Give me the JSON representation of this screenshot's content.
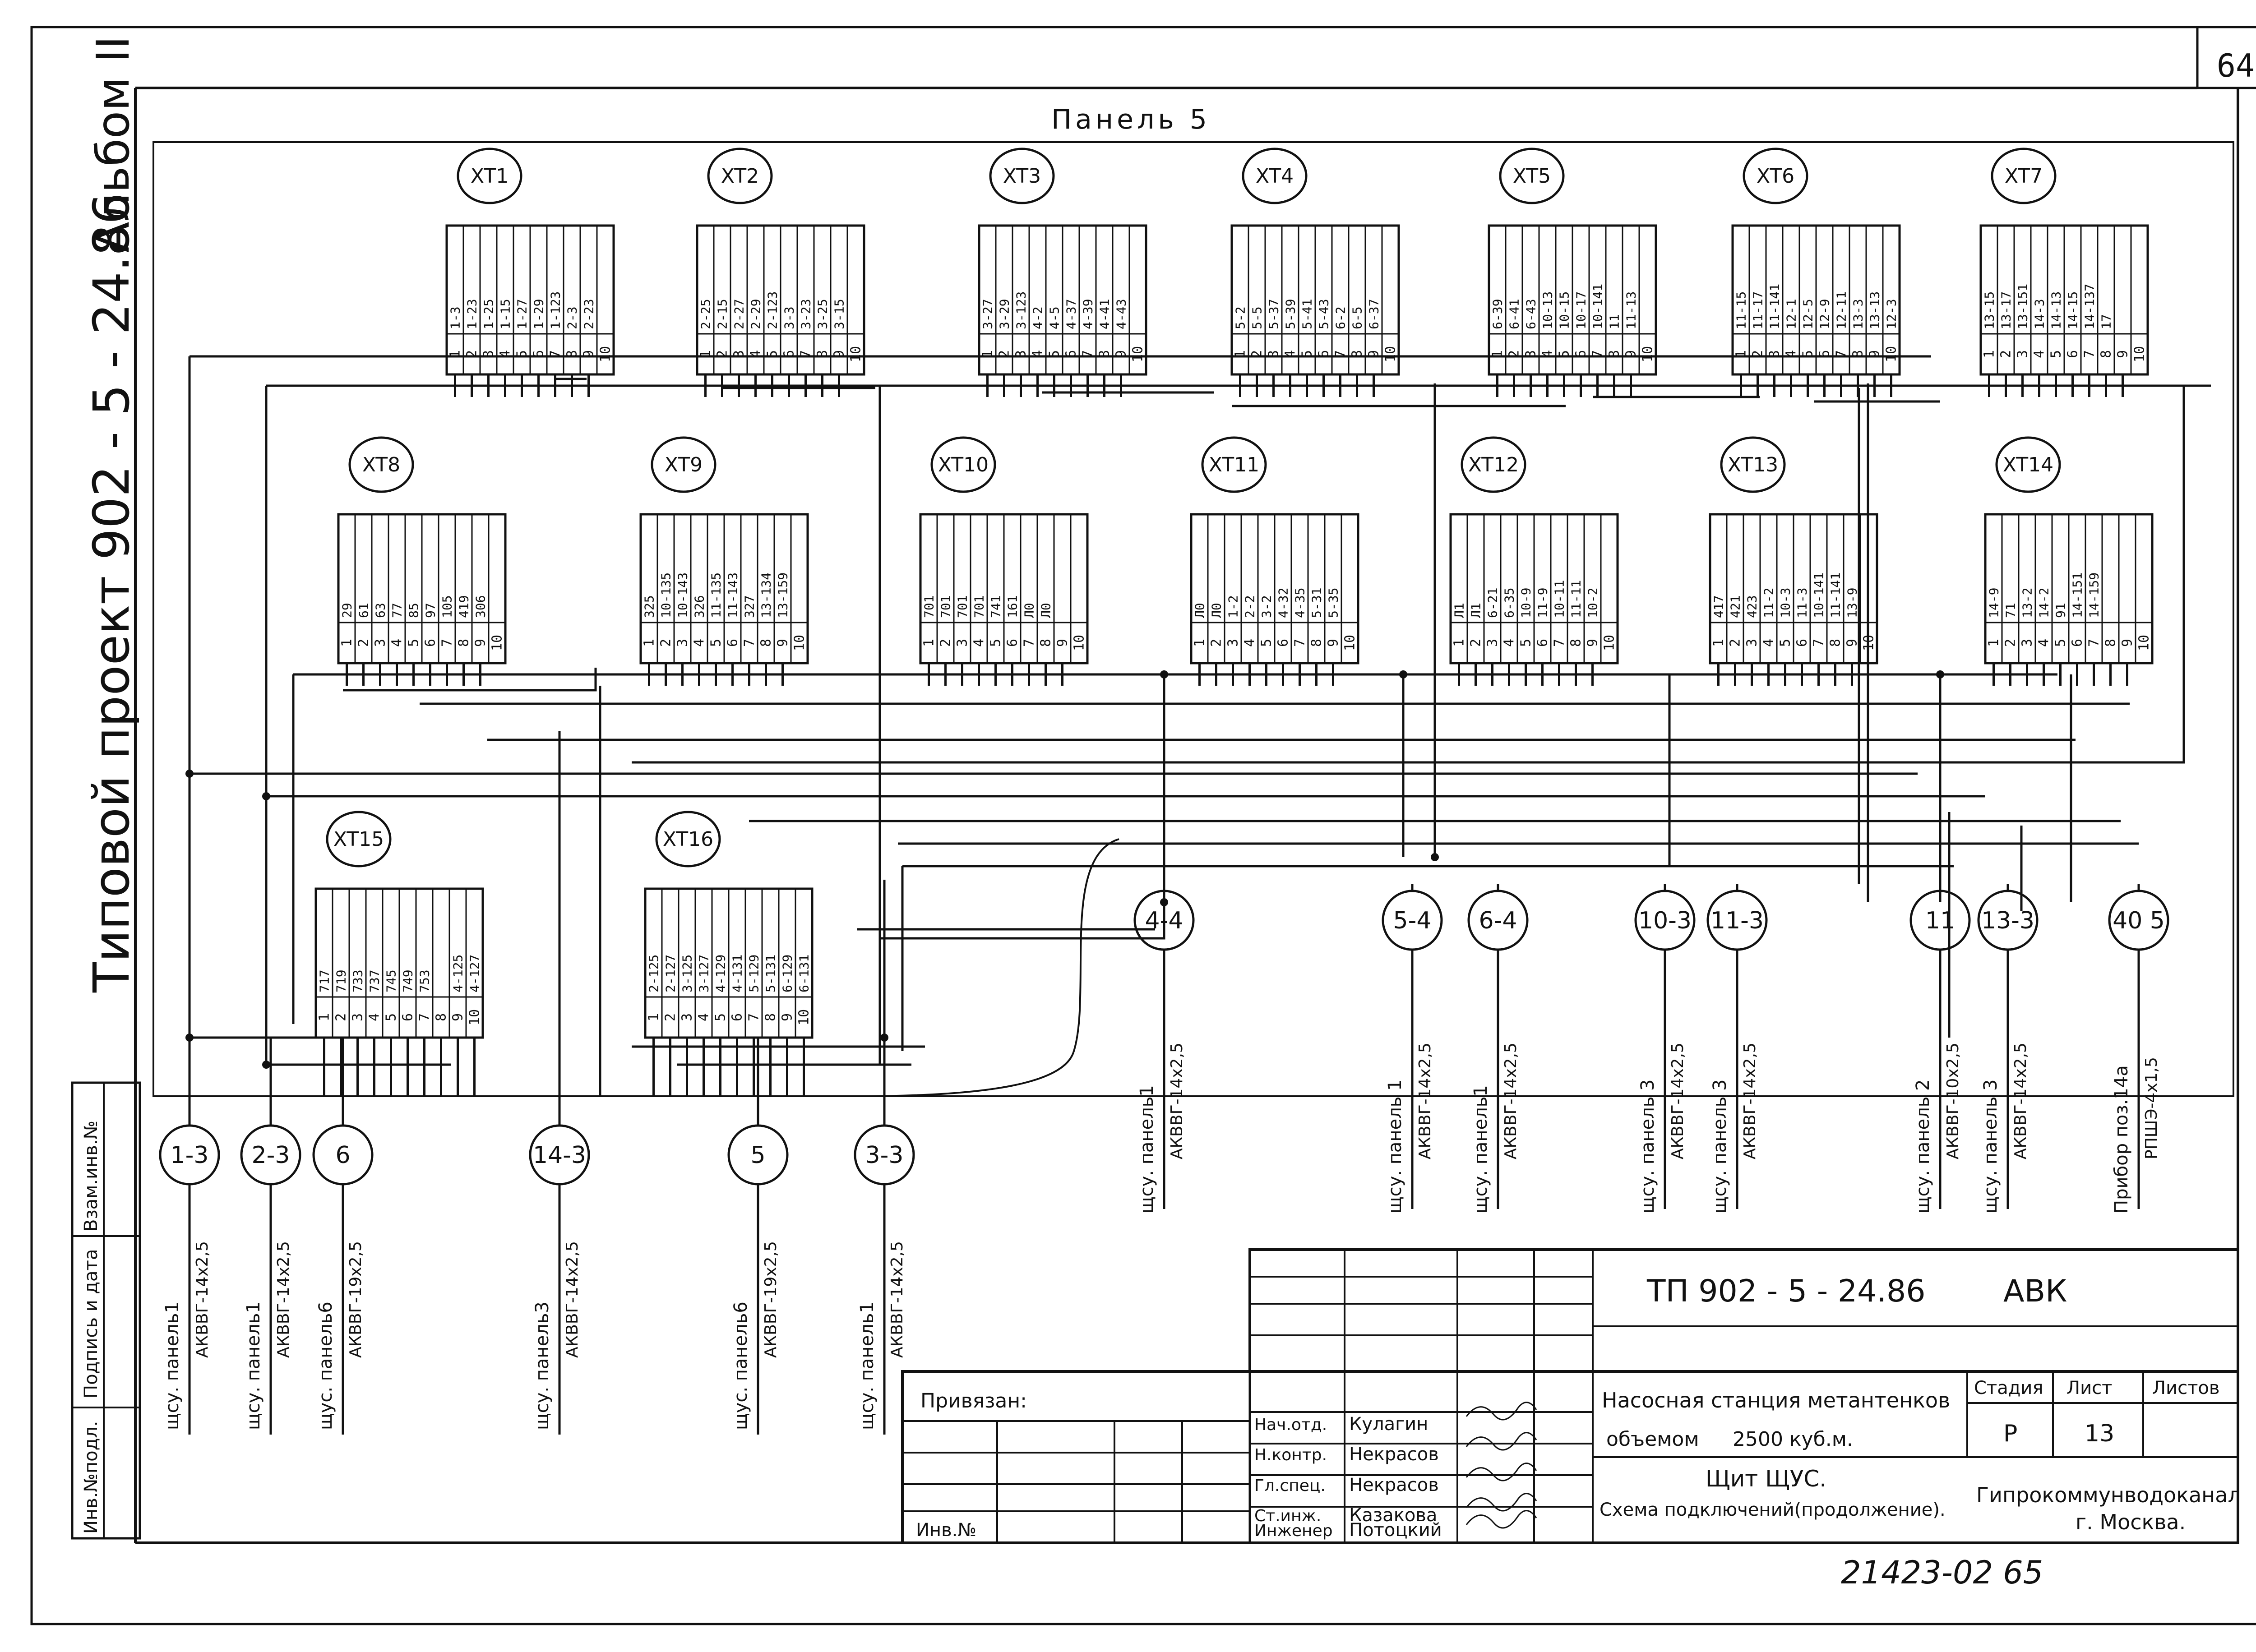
{
  "page_number": "64",
  "album": "Альбом II",
  "project": "Типовой проект 902 - 5 - 24.86",
  "panel_title": "Панель 5",
  "left_stamp": {
    "inv_no_orig": "Инв.№подл.",
    "sign_date": "Подпись и дата",
    "vzam_inv": "Взам.инв.№"
  },
  "terminal_blocks": [
    {
      "id": "XT1",
      "cells": [
        "1-3",
        "1-23",
        "1-25",
        "1-15",
        "1-27",
        "1-29",
        "1-123",
        "2-3",
        "2-23",
        ""
      ]
    },
    {
      "id": "XT2",
      "cells": [
        "2-25",
        "2-15",
        "2-27",
        "2-29",
        "2-123",
        "3-3",
        "3-23",
        "3-25",
        "3-15",
        ""
      ]
    },
    {
      "id": "XT3",
      "cells": [
        "3-27",
        "3-29",
        "3-123",
        "4-2",
        "4-5",
        "4-37",
        "4-39",
        "4-41",
        "4-43",
        ""
      ]
    },
    {
      "id": "XT4",
      "cells": [
        "5-2",
        "5-5",
        "5-37",
        "5-39",
        "5-41",
        "5-43",
        "6-2",
        "6-5",
        "6-37",
        ""
      ]
    },
    {
      "id": "XT5",
      "cells": [
        "6-39",
        "6-41",
        "6-43",
        "10-13",
        "10-15",
        "10-17",
        "10-141",
        "11",
        "11-13",
        ""
      ]
    },
    {
      "id": "XT6",
      "cells": [
        "11-15",
        "11-17",
        "11-141",
        "12-1",
        "12-5",
        "12-9",
        "12-11",
        "13-3",
        "13-13",
        "12-3"
      ]
    },
    {
      "id": "XT7",
      "cells": [
        "13-15",
        "13-17",
        "13-151",
        "14-3",
        "14-13",
        "14-15",
        "14-137",
        "17",
        "",
        ""
      ]
    },
    {
      "id": "XT8",
      "cells": [
        "29",
        "61",
        "63",
        "77",
        "85",
        "97",
        "105",
        "419",
        "306",
        ""
      ]
    },
    {
      "id": "XT9",
      "cells": [
        "325",
        "10-135",
        "10-143",
        "326",
        "11-135",
        "11-143",
        "327",
        "13-134",
        "13-159",
        ""
      ]
    },
    {
      "id": "XT10",
      "cells": [
        "701",
        "701",
        "701",
        "701",
        "741",
        "161",
        "Л0",
        "Л0",
        "",
        ""
      ]
    },
    {
      "id": "XT11",
      "cells": [
        "Л0",
        "Л0",
        "1-2",
        "2-2",
        "3-2",
        "4-32",
        "4-35",
        "5-31",
        "5-35",
        ""
      ]
    },
    {
      "id": "XT12",
      "cells": [
        "Л1",
        "Л1",
        "6-21",
        "6-35",
        "10-9",
        "11-9",
        "10-11",
        "11-11",
        "10-2",
        ""
      ]
    },
    {
      "id": "XT13",
      "cells": [
        "417",
        "421",
        "423",
        "11-2",
        "10-3",
        "11-3",
        "10-141",
        "11-141",
        "13-9",
        ""
      ]
    },
    {
      "id": "XT14",
      "cells": [
        "14-9",
        "71",
        "13-2",
        "14-2",
        "91",
        "14-151",
        "14-159",
        "",
        "",
        ""
      ]
    },
    {
      "id": "XT15",
      "cells": [
        "717",
        "719",
        "733",
        "737",
        "745",
        "749",
        "753",
        "",
        "4-125",
        "4-127"
      ]
    },
    {
      "id": "XT16",
      "cells": [
        "2-125",
        "2-127",
        "3-125",
        "3-127",
        "4-129",
        "4-131",
        "5-129",
        "5-131",
        "6-129",
        "6-131"
      ]
    }
  ],
  "numbers": [
    "1",
    "2",
    "3",
    "4",
    "5",
    "6",
    "7",
    "8",
    "9",
    "10"
  ],
  "cable_nodes_right": [
    {
      "id": "4-4",
      "panel": "щсу. панель1",
      "cable": "АКВВГ-14х2,5"
    },
    {
      "id": "5-4",
      "panel": "щсу. панель 1",
      "cable": "АКВВГ-14х2,5"
    },
    {
      "id": "6-4",
      "panel": "щсу. панель1",
      "cable": "АКВВГ-14х2,5"
    },
    {
      "id": "10-3",
      "panel": "щсу. панель 3",
      "cable": "АКВВГ-14х2,5"
    },
    {
      "id": "11-3",
      "panel": "щсу. панель 3",
      "cable": "АКВВГ-14х2,5"
    },
    {
      "id": "11",
      "panel": "щсу. панель 2",
      "cable": "АКВВГ-10х2,5"
    },
    {
      "id": "13-3",
      "panel": "щсу. панель 3",
      "cable": "АКВВГ-14х2,5"
    },
    {
      "id": "40 5",
      "panel": "Прибор поз.14а",
      "cable": "РПШЭ-4х1,5"
    }
  ],
  "cable_nodes_left": [
    {
      "id": "1-3",
      "panel": "щсу. панель1",
      "cable": "АКВВГ-14х2,5"
    },
    {
      "id": "2-3",
      "panel": "щсу. панель1",
      "cable": "АКВВГ-14х2,5"
    },
    {
      "id": "6",
      "panel": "щус. панель6",
      "cable": "АКВВГ-19х2,5"
    },
    {
      "id": "14-3",
      "panel": "щсу. панель3",
      "cable": "АКВВГ-14х2,5"
    },
    {
      "id": "5",
      "panel": "щус. панель6",
      "cable": "АКВВГ-19х2,5"
    },
    {
      "id": "3-3",
      "panel": "щсу. панель1",
      "cable": "АКВВГ-14х2,5"
    }
  ],
  "title_block": {
    "code": "ТП 902 - 5 - 24.86",
    "section": "АВК",
    "privyazan": "Привязан:",
    "inv_no": "Инв.№",
    "roles": [
      "Нач.отд.",
      "Н.контр.",
      "Гл.спец.",
      "Ст.инж.",
      "Инженер"
    ],
    "names": [
      "Кулагин",
      "Некрасов",
      "Некрасов",
      "Казакова",
      "Потоцкий"
    ],
    "object_line1": "Насосная станция метантенков",
    "object_line2a": "объемом",
    "object_line2b": "2500 куб.м.",
    "sheet_title1": "Щит ЩУС.",
    "sheet_title2": "Схема подключений(продолжение).",
    "stage_label": "Стадия",
    "sheet_label": "Лист",
    "sheets_label": "Листов",
    "stage": "Р",
    "sheet": "13",
    "org1": "Гипрокоммунводоканал",
    "org2": "г. Москва."
  },
  "bottom_code": "21423-02   65"
}
